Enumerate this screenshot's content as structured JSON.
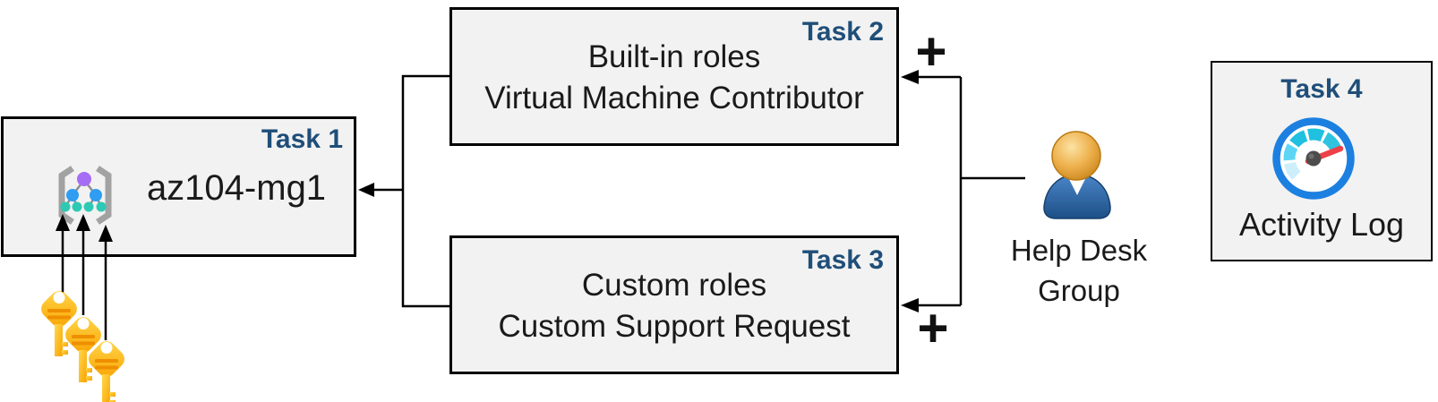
{
  "diagram": {
    "task1": {
      "label": "Task 1",
      "name": "az104-mg1"
    },
    "task2": {
      "label": "Task 2",
      "line1": "Built-in roles",
      "line2": "Virtual Machine Contributor"
    },
    "task3": {
      "label": "Task 3",
      "line1": "Custom roles",
      "line2": "Custom Support Request"
    },
    "task4": {
      "label": "Task 4",
      "caption": "Activity Log"
    },
    "help_desk_group": {
      "line1": "Help Desk",
      "line2": "Group"
    },
    "plus_top": "+",
    "plus_bottom": "+",
    "colors": {
      "box_fill": "#f2f2f2",
      "box_border": "#000000",
      "task_label_blue": "#1f4e79",
      "body_text": "#1a1a1a",
      "key_gold": "#f9a300",
      "key_gold_light": "#ffd84d",
      "gauge_ring_blue": "#1c80e1",
      "gauge_segment_cyan": "#1fc0e0",
      "gauge_needle_red": "#ee4048",
      "person_body_blue": "#2e6db4",
      "person_head_gold": "#eeb04d",
      "mg_root_purple": "#a66cf5",
      "mg_node_blue": "#2e9df2",
      "mg_leaf_teal": "#2ec9b4",
      "mg_bracket_gray": "#a2a2a2"
    },
    "icons": {
      "task1": "management-group-icon",
      "task4": "gauge-icon",
      "help_desk_group": "user-icon",
      "credentials": "key-icon",
      "connectors": "arrow-icon",
      "assignment": "plus-icon"
    }
  }
}
